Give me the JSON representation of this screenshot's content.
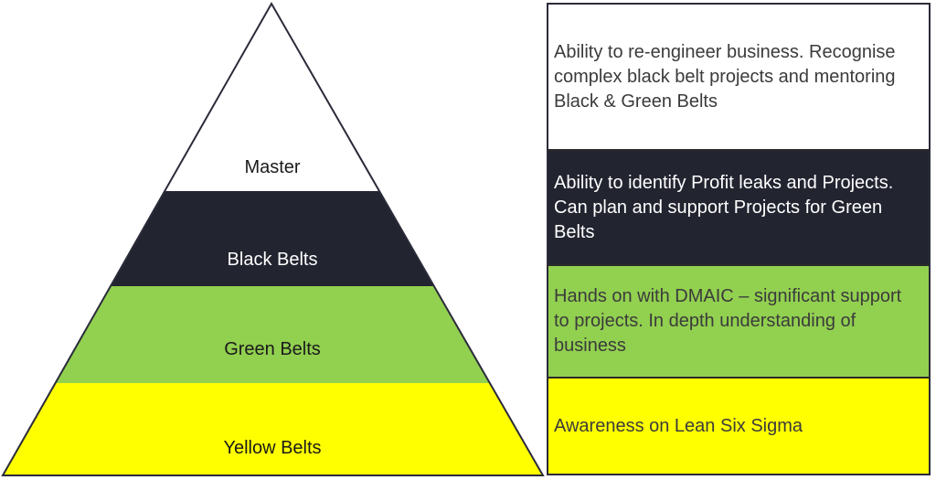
{
  "colors": {
    "outline": "#2b2b3a",
    "master": "#ffffff",
    "black": "#222430",
    "green": "#92d050",
    "yellow": "#ffff00",
    "text_dark": "#1a1a1a",
    "text_light": "#ffffff",
    "text_grey": "#3b3b3b"
  },
  "pyramid": {
    "tiers": [
      {
        "key": "master",
        "label": "Master"
      },
      {
        "key": "black",
        "label": "Black Belts"
      },
      {
        "key": "green",
        "label": "Green Belts"
      },
      {
        "key": "yellow",
        "label": "Yellow Belts"
      }
    ]
  },
  "descriptions": {
    "master": "Ability to re-engineer business. Recognise complex black belt projects and mentoring Black & Green Belts",
    "black": "Ability to identify Profit leaks and Projects. Can plan and support Projects for Green Belts",
    "green": "Hands on with DMAIC – significant support to projects. In depth understanding of business",
    "yellow": "Awareness on Lean Six Sigma"
  }
}
